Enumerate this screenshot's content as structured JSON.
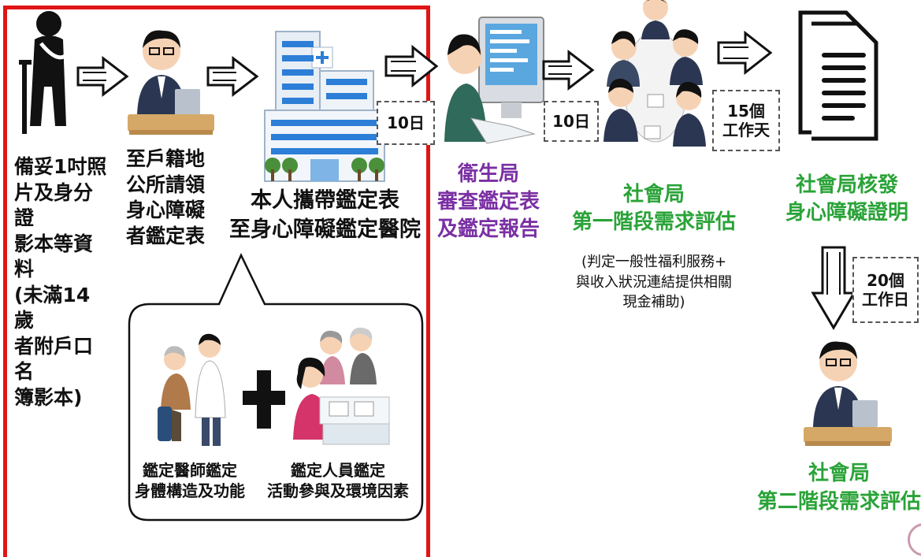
{
  "steps": {
    "prepare": {
      "label": "備妥1吋照\n片及身分證\n影本等資料\n(未滿14歲\n者附戶口名\n簿影本)"
    },
    "get_form": {
      "label": "至戶籍地\n公所請領\n身心障礙\n者鑑定表"
    },
    "hospital": {
      "label": "本人攜帶鑑定表\n至身心障礙鑑定醫院"
    },
    "health_bureau": {
      "label": "衛生局\n審查鑑定表\n及鑑定報告"
    },
    "social_stage1": {
      "title": "社會局\n第一階段需求評估",
      "note": "(判定一般性福利服務+\n與收入狀況連結提供相關\n現金補助)"
    },
    "certificate": {
      "label": "社會局核發\n身心障礙證明"
    },
    "social_stage2": {
      "label": "社會局\n第二階段需求評估"
    }
  },
  "durations": {
    "d1": "10日",
    "d2": "10日",
    "d3": "15個\n工作天",
    "d4": "20個\n工作日"
  },
  "bubble": {
    "doctor": "鑑定醫師鑑定\n身體構造及功能",
    "assessor": "鑑定人員鑑定\n活動參與及環境因素"
  },
  "colors": {
    "frame": "#e01515",
    "health_text": "#7a2fa3",
    "social_text": "#2aa338"
  }
}
